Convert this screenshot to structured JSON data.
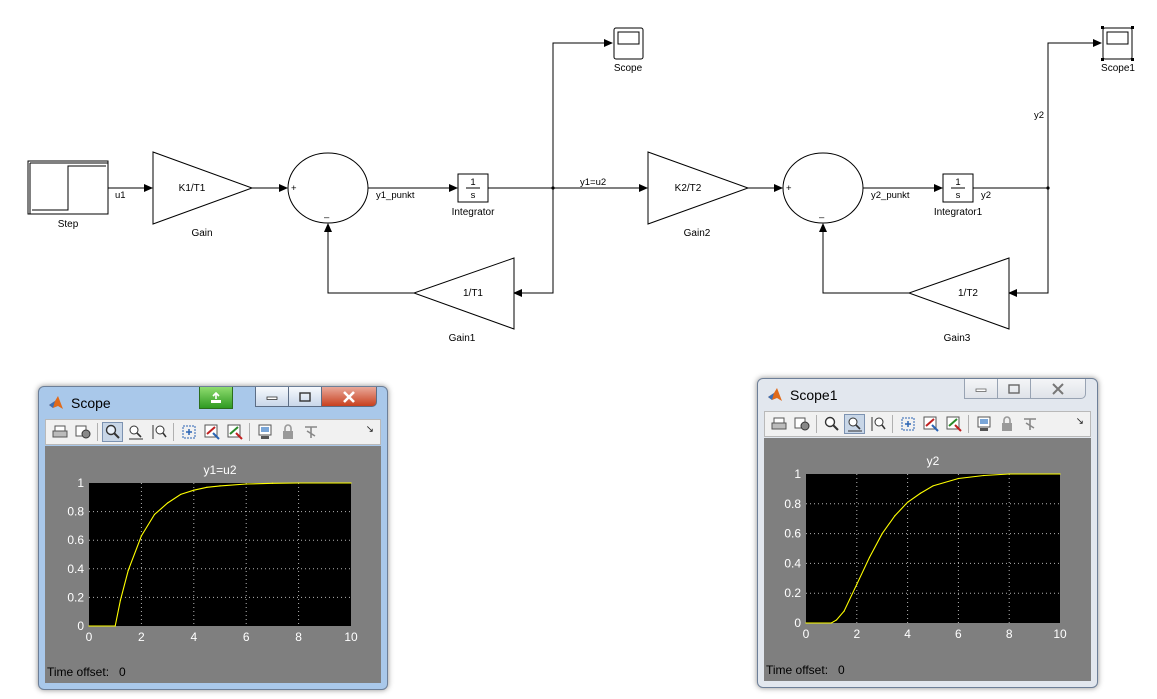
{
  "diagram": {
    "blocks": {
      "step": "Step",
      "gain": "Gain",
      "gain_expr": "K1/T1",
      "gain1": "Gain1",
      "gain1_expr": "1/T1",
      "integrator": "Integrator",
      "integrator_num": "1",
      "integrator_den": "s",
      "scope": "Scope",
      "gain2": "Gain2",
      "gain2_expr": "K2/T2",
      "gain3": "Gain3",
      "gain3_expr": "1/T2",
      "integrator1": "Integrator1",
      "integrator1_num": "1",
      "integrator1_den": "s",
      "scope1": "Scope1",
      "plus": "+",
      "minus": "–"
    },
    "signals": {
      "u1": "u1",
      "y1_punkt": "y1_punkt",
      "y1u2": "y1=u2",
      "y2_punkt": "y2_punkt",
      "y2_out": "y2",
      "y2_branch": "y2"
    }
  },
  "scope_window": {
    "title": "Scope",
    "state": "active",
    "time_offset_label": "Time offset:",
    "time_offset_value": "0"
  },
  "scope1_window": {
    "title": "Scope1",
    "state": "inactive",
    "time_offset_label": "Time offset:",
    "time_offset_value": "0"
  },
  "icons": [
    "matlab-icon",
    "print-icon",
    "params-icon",
    "zoom-icon",
    "zoom-x-icon",
    "zoom-y-icon",
    "autoscale-icon",
    "save-axes-icon",
    "restore-axes-icon",
    "floating-scope-icon",
    "lock-axes-icon",
    "signal-selection-icon",
    "minimize-icon",
    "maximize-icon",
    "close-icon",
    "unlock-icon"
  ],
  "colors": {
    "plot_background": "#000000",
    "trace": "#ffff00",
    "figure_background": "#7f7f7f",
    "close_button": "#c8401e"
  },
  "chart_data": [
    {
      "type": "line",
      "title": "y1=u2",
      "xlabel": "",
      "ylabel": "",
      "xlim": [
        0,
        10
      ],
      "ylim": [
        0,
        1
      ],
      "grid": true,
      "xticks": [
        "0",
        "2",
        "4",
        "6",
        "8",
        "10"
      ],
      "yticks": [
        "0",
        "0.2",
        "0.4",
        "0.6",
        "0.8",
        "1"
      ],
      "x": [
        0,
        1,
        1.2,
        1.5,
        2,
        2.5,
        3,
        3.5,
        4,
        4.5,
        5,
        6,
        7,
        8,
        10
      ],
      "y": [
        0,
        0,
        0.18,
        0.39,
        0.63,
        0.78,
        0.86,
        0.92,
        0.95,
        0.97,
        0.98,
        0.993,
        0.998,
        1,
        1
      ]
    },
    {
      "type": "line",
      "title": "y2",
      "xlabel": "",
      "ylabel": "",
      "xlim": [
        0,
        10
      ],
      "ylim": [
        0,
        1
      ],
      "grid": true,
      "xticks": [
        "0",
        "2",
        "4",
        "6",
        "8",
        "10"
      ],
      "yticks": [
        "0",
        "0.2",
        "0.4",
        "0.6",
        "0.8",
        "1"
      ],
      "x": [
        0,
        1,
        1.2,
        1.5,
        2,
        2.5,
        3,
        3.5,
        4,
        4.5,
        5,
        6,
        7,
        8,
        10
      ],
      "y": [
        0,
        0,
        0.02,
        0.08,
        0.26,
        0.44,
        0.6,
        0.72,
        0.81,
        0.87,
        0.92,
        0.97,
        0.99,
        1,
        1
      ]
    }
  ]
}
